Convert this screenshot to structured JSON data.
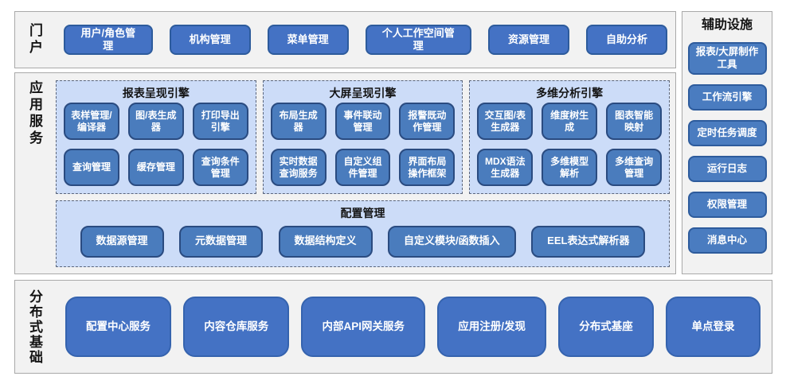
{
  "colors": {
    "section_bg": "#f2f2f2",
    "section_border": "#a9a9a9",
    "engine_box_bg": "#ccdcf8",
    "engine_box_border": "#5a657b",
    "button_blue": "#4472c4",
    "inner_button_blue": "#4a7cbd",
    "button_border_blue": "#2d5b9c",
    "button_text": "#ffffff"
  },
  "sections": {
    "portal": {
      "label": "门户",
      "buttons": [
        "用户/角色管理",
        "机构管理",
        "菜单管理",
        "个人工作空间管理",
        "资源管理",
        "自助分析"
      ]
    },
    "app_services": {
      "label": "应用服务",
      "engines": [
        {
          "title": "报表呈现引擎",
          "buttons": [
            "表样管理/编译器",
            "图/表生成器",
            "打印导出引擎",
            "查询管理",
            "缓存管理",
            "查询条件管理"
          ]
        },
        {
          "title": "大屏呈现引擎",
          "buttons": [
            "布局生成器",
            "事件联动管理",
            "报警既动作管理",
            "实时数据查询服务",
            "自定义组件管理",
            "界面布局操作框架"
          ]
        },
        {
          "title": "多维分析引擎",
          "buttons": [
            "交互图/表生成器",
            "维度树生成",
            "图表智能映射",
            "MDX语法生成器",
            "多维模型解析",
            "多维查询管理"
          ]
        }
      ],
      "config": {
        "title": "配置管理",
        "buttons": [
          "数据源管理",
          "元数据管理",
          "数据结构定义",
          "自定义模块/函数插入",
          "EEL表达式解析器"
        ]
      }
    },
    "aux": {
      "title": "辅助设施",
      "buttons": [
        "报表/大屏制作工具",
        "工作流引擎",
        "定时任务调度",
        "运行日志",
        "权限管理",
        "消息中心"
      ]
    },
    "distributed": {
      "label": "分布式基础",
      "buttons": [
        "配置中心服务",
        "内容仓库服务",
        "内部API网关服务",
        "应用注册/发现",
        "分布式基座",
        "单点登录"
      ]
    }
  }
}
